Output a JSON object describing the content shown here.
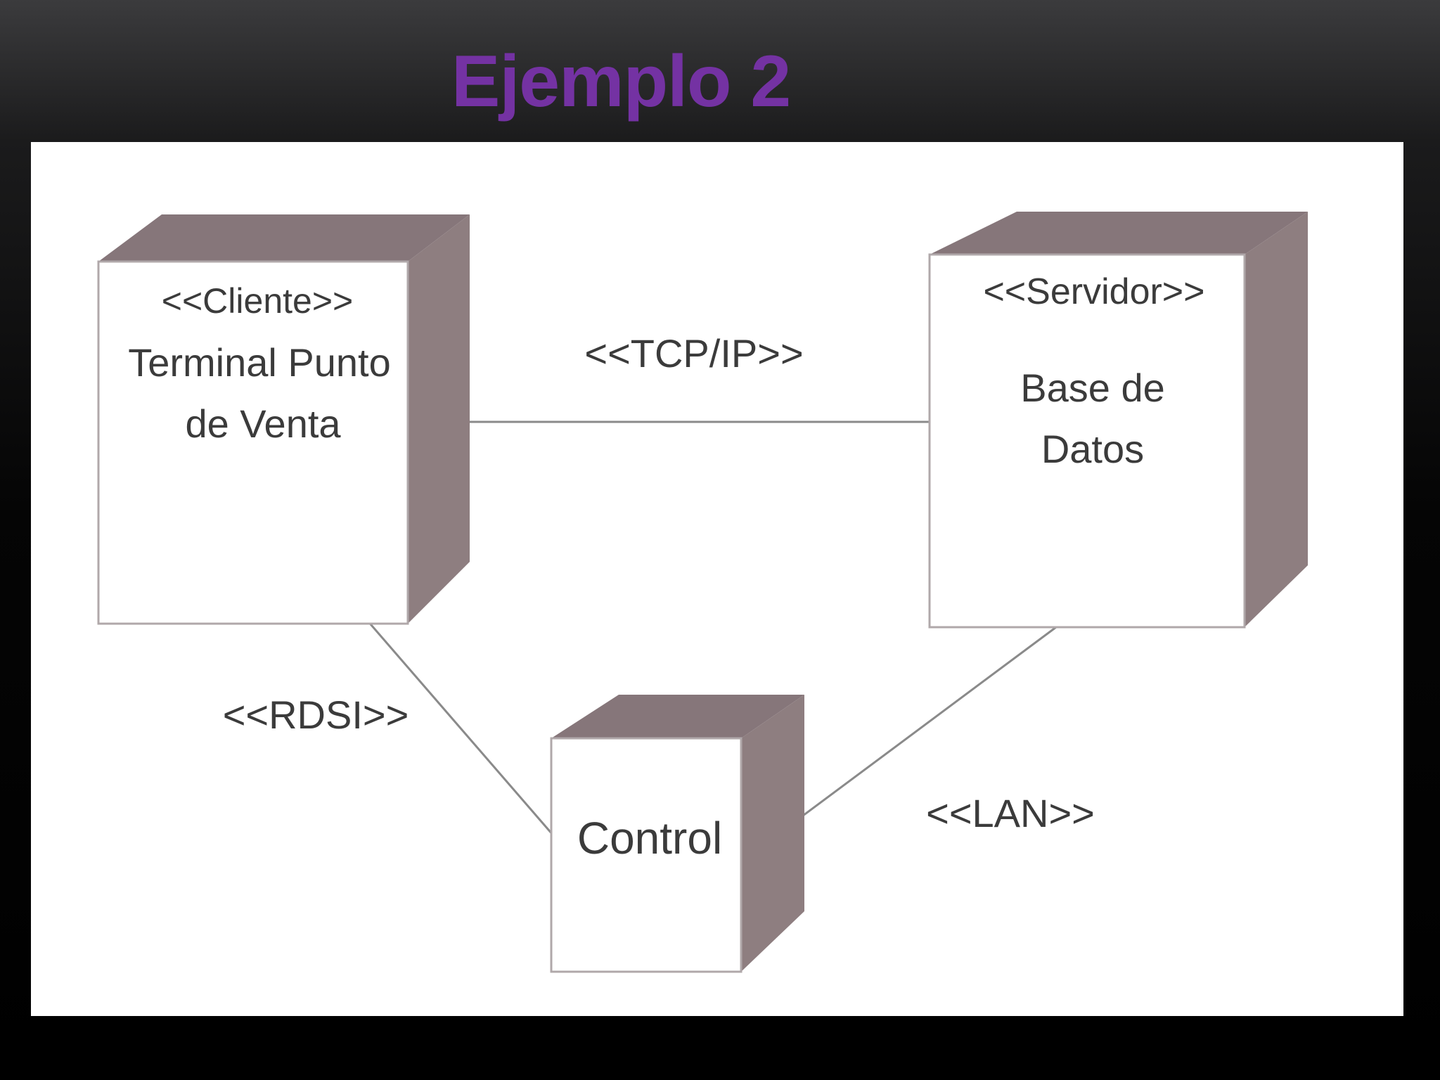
{
  "slide": {
    "title": "Ejemplo 2",
    "title_color": "#7432a3"
  },
  "diagram": {
    "node_face_color": "#ffffff",
    "node_side_color": "#8e7e80",
    "node_top_color": "#86767a",
    "line_color": "#8a8a8a",
    "nodes": {
      "cliente": {
        "stereotype": "<<Cliente>>",
        "name_line1": "Terminal Punto",
        "name_line2": "de Venta"
      },
      "servidor": {
        "stereotype": "<<Servidor>>",
        "name_line1": "Base de",
        "name_line2": "Datos"
      },
      "control": {
        "name": "Control"
      }
    },
    "connections": {
      "tcp_ip": "<<TCP/IP>>",
      "rdsi": "<<RDSI>>",
      "lan": "<<LAN>>"
    }
  }
}
